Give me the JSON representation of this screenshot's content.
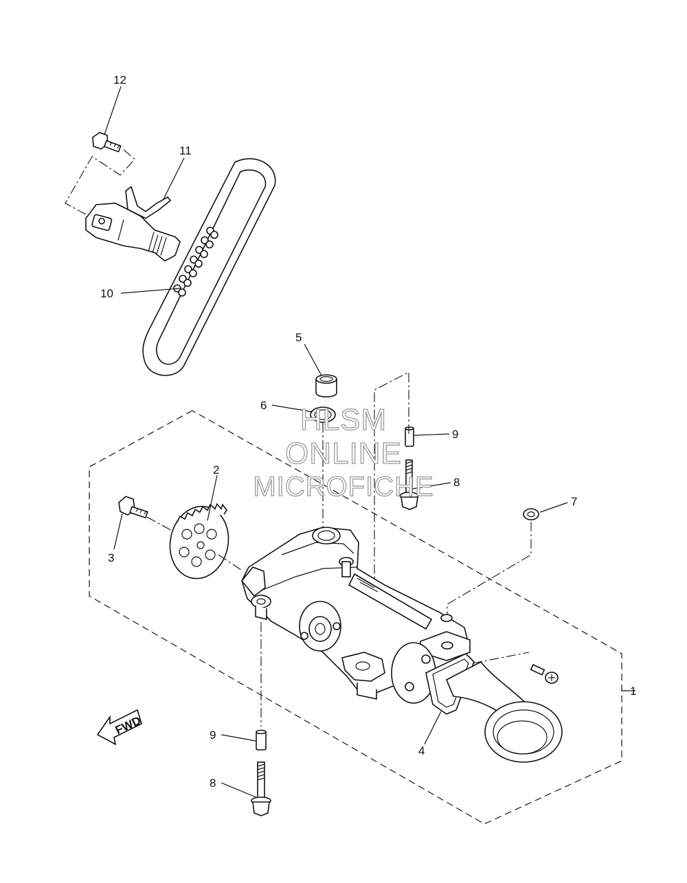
{
  "labels": {
    "l1": "1",
    "l2": "2",
    "l3": "3",
    "l4": "4",
    "l5": "5",
    "l6": "6",
    "l7": "7",
    "l8a": "8",
    "l8b": "8",
    "l9a": "9",
    "l9b": "9",
    "l10": "10",
    "l11": "11",
    "l12": "12"
  },
  "fwd_label": "FWD",
  "watermark": {
    "line1": "HLSM",
    "line2": "ONLINE",
    "line3": "MICROFICHE"
  },
  "colors": {
    "ink": "#111111",
    "watermark_outline": "#9a9a9a",
    "background": "#ffffff"
  }
}
